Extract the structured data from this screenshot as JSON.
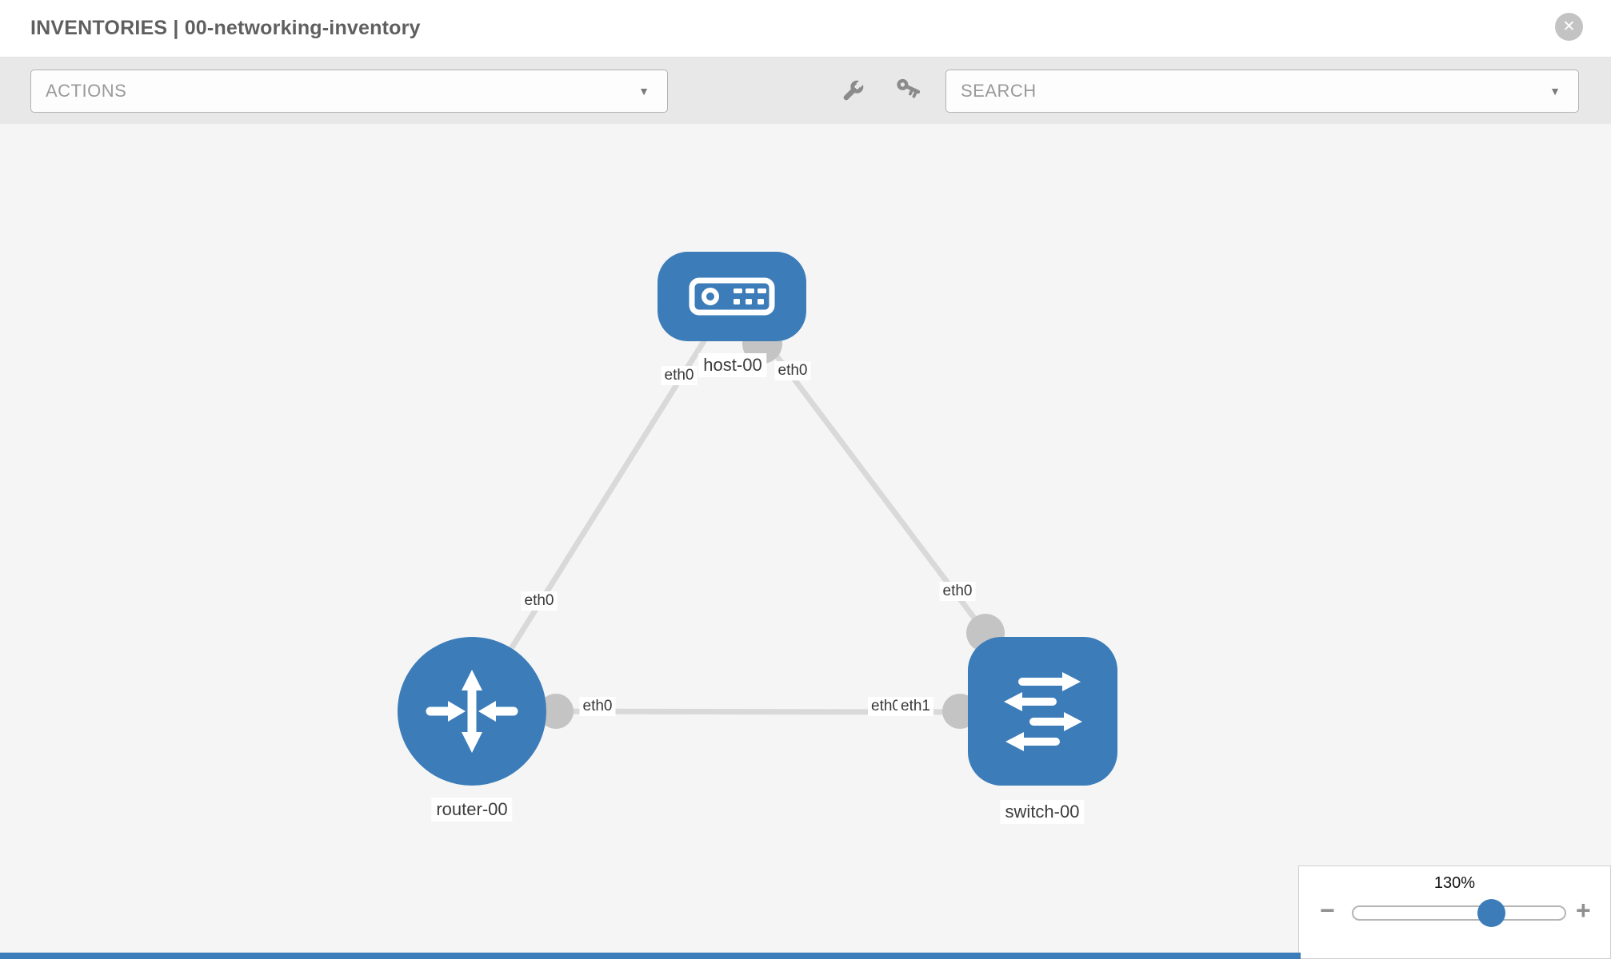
{
  "header": {
    "title": "INVENTORIES | 00-networking-inventory"
  },
  "toolbar": {
    "actions_label": "ACTIONS",
    "search_label": "SEARCH"
  },
  "glyphs": {
    "close": "✕",
    "caret": "▼",
    "minus": "−",
    "plus": "+"
  },
  "topology": {
    "nodes": {
      "host": {
        "label": "host-00",
        "type": "host"
      },
      "router": {
        "label": "router-00",
        "type": "router"
      },
      "switch": {
        "label": "switch-00",
        "type": "switch"
      }
    },
    "interfaces": {
      "host_eth_left": "eth0",
      "host_eth_right": "eth0",
      "router_eth_top": "eth0",
      "router_eth_right": "eth0",
      "switch_eth_top": "eth0",
      "switch_eth_back": "eth0",
      "switch_eth_front": "eth1"
    },
    "links": [
      {
        "source": "host-00",
        "source_if": "eth0",
        "target": "router-00",
        "target_if": "eth0"
      },
      {
        "source": "host-00",
        "source_if": "eth0",
        "target": "switch-00",
        "target_if": "eth0"
      },
      {
        "source": "router-00",
        "source_if": "eth0",
        "target": "switch-00",
        "target_if": "eth1"
      }
    ]
  },
  "zoom_control": {
    "level": "130%"
  },
  "colors": {
    "node_blue": "#3b7cb9",
    "link_gray": "#d9d9d9",
    "port_gray": "#c4c4c4",
    "canvas_bg": "#f5f5f5",
    "toolbar_bg": "#e8e8e8"
  }
}
